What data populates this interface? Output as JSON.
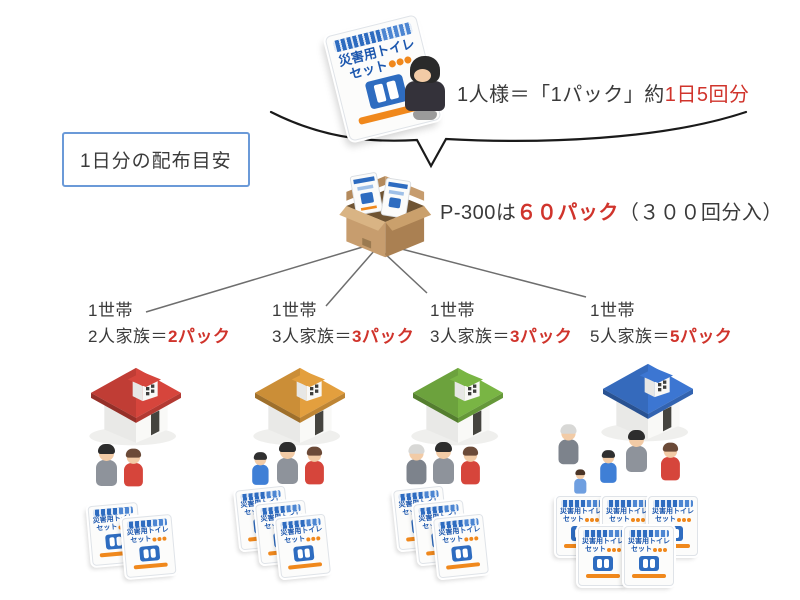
{
  "canvas": {
    "background": "#ffffff"
  },
  "colors": {
    "highlight_red": "#d0342c",
    "text": "#3a3a3a",
    "connector_gray": "#6e6e6e",
    "guide_box_border": "#6b9ad8",
    "pack_blue": "#2e6cc0",
    "pack_orange": "#f0881c",
    "carton_tan": "#c79d6e"
  },
  "top_note": {
    "text_prefix": "1人様＝「1パック」約",
    "text_highlight": "1日5回分"
  },
  "guide_box": {
    "label": "1日分の配布目安"
  },
  "carton_note": {
    "text_prefix": "P-300は",
    "text_highlight": "６０パック",
    "text_suffix": "（３００回分入）"
  },
  "pack": {
    "title_line1": "災害用トイレ",
    "title_line2": "セット"
  },
  "icons": {
    "presenter": "person-icon",
    "carton": "carton-box-icon",
    "house": "house-icon",
    "pack": "package-icon"
  },
  "households": [
    {
      "household_label": "1世帯",
      "family_prefix": "2人家族＝",
      "family_highlight": "2パック",
      "roof_color": "#d6453c",
      "people_count": 2,
      "pack_count": 2,
      "members": [
        "man",
        "woman"
      ]
    },
    {
      "household_label": "1世帯",
      "family_prefix": "3人家族＝",
      "family_highlight": "3パック",
      "roof_color": "#e39f3e",
      "people_count": 3,
      "pack_count": 3,
      "members": [
        "boy",
        "man",
        "woman"
      ]
    },
    {
      "household_label": "1世帯",
      "family_prefix": "3人家族＝",
      "family_highlight": "3パック",
      "roof_color": "#79b544",
      "people_count": 3,
      "pack_count": 3,
      "members": [
        "elder",
        "man",
        "woman"
      ]
    },
    {
      "household_label": "1世帯",
      "family_prefix": "5人家族＝",
      "family_highlight": "5パック",
      "roof_color": "#3c76d2",
      "people_count": 5,
      "pack_count": 5,
      "members": [
        "elder",
        "tot",
        "boy",
        "man",
        "woman"
      ]
    }
  ]
}
